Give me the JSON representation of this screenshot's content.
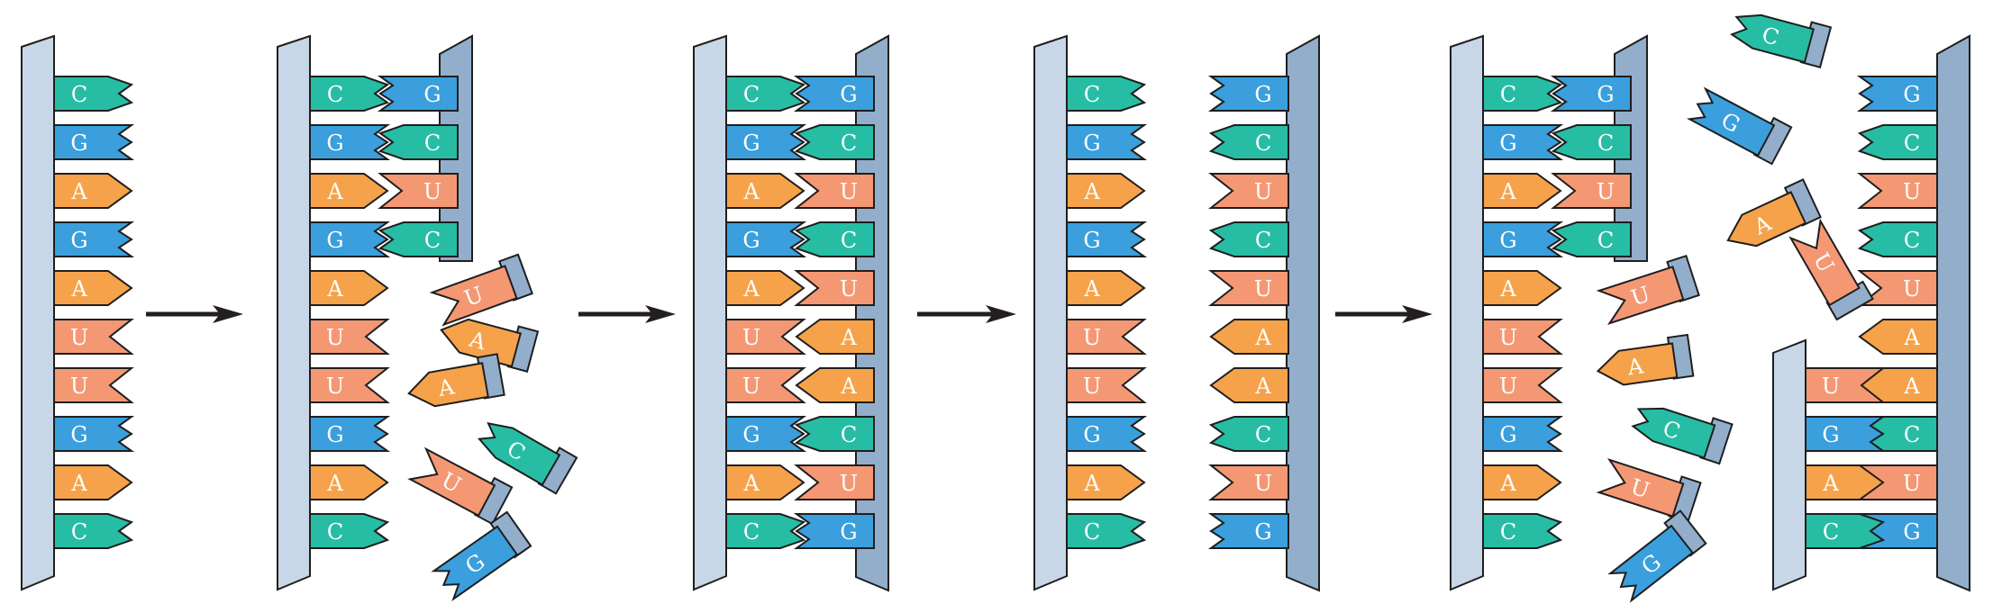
{
  "colors": {
    "C": "#27bda5",
    "G": "#3a9fdc",
    "A": "#f6a24a",
    "U": "#f49874",
    "backbone_template": "#c8d7e7",
    "backbone_new": "#93aecb",
    "arrow": "#231f20",
    "outline": "#1e1e1e"
  },
  "template_sequence": [
    "C",
    "G",
    "A",
    "G",
    "A",
    "U",
    "U",
    "G",
    "A",
    "C"
  ],
  "complement_sequence": [
    "G",
    "C",
    "U",
    "C",
    "U",
    "A",
    "A",
    "C",
    "U",
    "G"
  ],
  "stages": [
    {
      "name": "template-strand"
    },
    {
      "name": "partial-pairing",
      "paired_rows": 4,
      "free_nucleotides": [
        {
          "base": "U",
          "angle": -20
        },
        {
          "base": "A",
          "angle": 15
        },
        {
          "base": "A",
          "angle": -10
        },
        {
          "base": "C",
          "angle": 30
        },
        {
          "base": "U",
          "angle": 28
        },
        {
          "base": "G",
          "angle": -35
        }
      ]
    },
    {
      "name": "complete-double-strand"
    },
    {
      "name": "separated-strands"
    },
    {
      "name": "second-round",
      "free_nucleotides": [
        {
          "base": "C",
          "angle": 15
        },
        {
          "base": "G",
          "angle": 28
        },
        {
          "base": "A",
          "angle": -25
        },
        {
          "base": "U",
          "angle": 60
        },
        {
          "base": "U",
          "angle": -18
        },
        {
          "base": "A",
          "angle": -8
        },
        {
          "base": "C",
          "angle": 18
        },
        {
          "base": "U",
          "angle": 18
        },
        {
          "base": "G",
          "angle": -38
        }
      ]
    }
  ],
  "arrows": [
    "arrow-1",
    "arrow-2",
    "arrow-3",
    "arrow-4"
  ]
}
